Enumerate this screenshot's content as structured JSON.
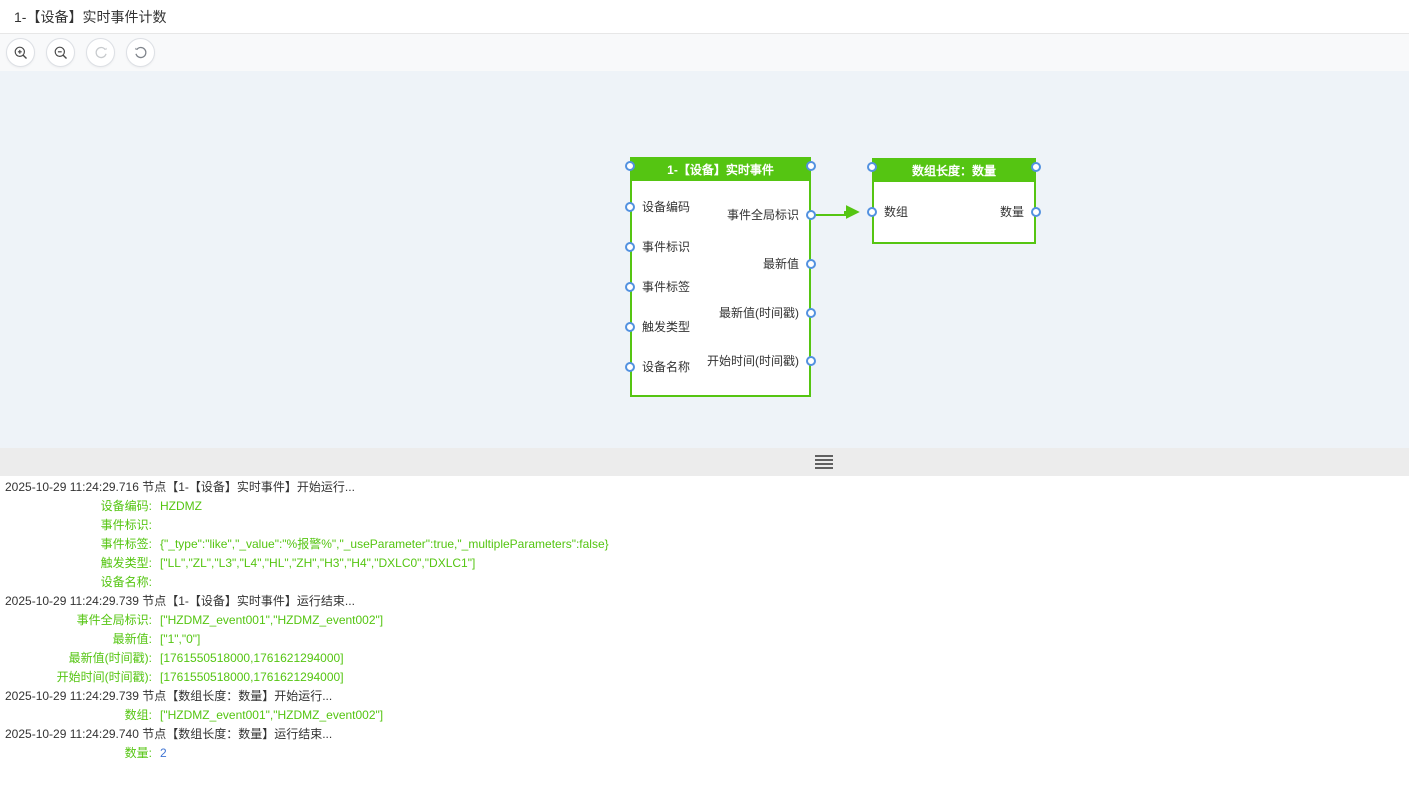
{
  "colors": {
    "green": "#55c512",
    "port_blue": "#5291e0",
    "value_blue": "#3f74d3",
    "canvas_bg": "#eef3f8",
    "toolbar_bg": "#f8f9fa",
    "divider_bg": "#ececec",
    "text_dark": "#333333"
  },
  "header": {
    "title": "1-【设备】实时事件计数"
  },
  "toolbar": {
    "buttons": [
      {
        "icon": "zoom-in-icon"
      },
      {
        "icon": "zoom-out-icon"
      },
      {
        "icon": "redo-icon"
      },
      {
        "icon": "undo-reset-icon"
      }
    ]
  },
  "canvas": {
    "nodes": [
      {
        "title": "1-【设备】实时事件",
        "inputs": [
          "设备编码",
          "事件标识",
          "事件标签",
          "触发类型",
          "设备名称"
        ],
        "outputs": [
          "事件全局标识",
          "最新值",
          "最新值(时间戳)",
          "开始时间(时间戳)"
        ]
      },
      {
        "title": "数组长度：数量",
        "inputs": [
          "数组"
        ],
        "outputs": [
          "数量"
        ]
      }
    ],
    "edges": [
      {
        "from": "1-【设备】实时事件.事件全局标识",
        "to": "数组长度：数量.数组"
      }
    ]
  },
  "log": {
    "entries": [
      {
        "type": "event",
        "text": "2025-10-29 11:24:29.716 节点【1-【设备】实时事件】开始运行..."
      },
      {
        "type": "detail",
        "label": "设备编码:",
        "value": "HZDMZ"
      },
      {
        "type": "detail",
        "label": "事件标识:",
        "value": ""
      },
      {
        "type": "detail",
        "label": "事件标签:",
        "value": "{\"_type\":\"like\",\"_value\":\"%报警%\",\"_useParameter\":true,\"_multipleParameters\":false}"
      },
      {
        "type": "detail",
        "label": "触发类型:",
        "value": "[\"LL\",\"ZL\",\"L3\",\"L4\",\"HL\",\"ZH\",\"H3\",\"H4\",\"DXLC0\",\"DXLC1\"]"
      },
      {
        "type": "detail",
        "label": "设备名称:",
        "value": ""
      },
      {
        "type": "event",
        "text": "2025-10-29 11:24:29.739 节点【1-【设备】实时事件】运行结束..."
      },
      {
        "type": "detail",
        "label": "事件全局标识:",
        "value": "[\"HZDMZ_event001\",\"HZDMZ_event002\"]"
      },
      {
        "type": "detail",
        "label": "最新值:",
        "value": "[\"1\",\"0\"]"
      },
      {
        "type": "detail",
        "label": "最新值(时间戳):",
        "value": "[1761550518000,1761621294000]"
      },
      {
        "type": "detail",
        "label": "开始时间(时间戳):",
        "value": "[1761550518000,1761621294000]"
      },
      {
        "type": "event",
        "text": "2025-10-29 11:24:29.739 节点【数组长度：数量】开始运行..."
      },
      {
        "type": "detail",
        "label": "数组:",
        "value": "[\"HZDMZ_event001\",\"HZDMZ_event002\"]"
      },
      {
        "type": "event",
        "text": "2025-10-29 11:24:29.740 节点【数组长度：数量】运行结束..."
      },
      {
        "type": "detail",
        "label": "数量:",
        "value": "2"
      }
    ]
  }
}
